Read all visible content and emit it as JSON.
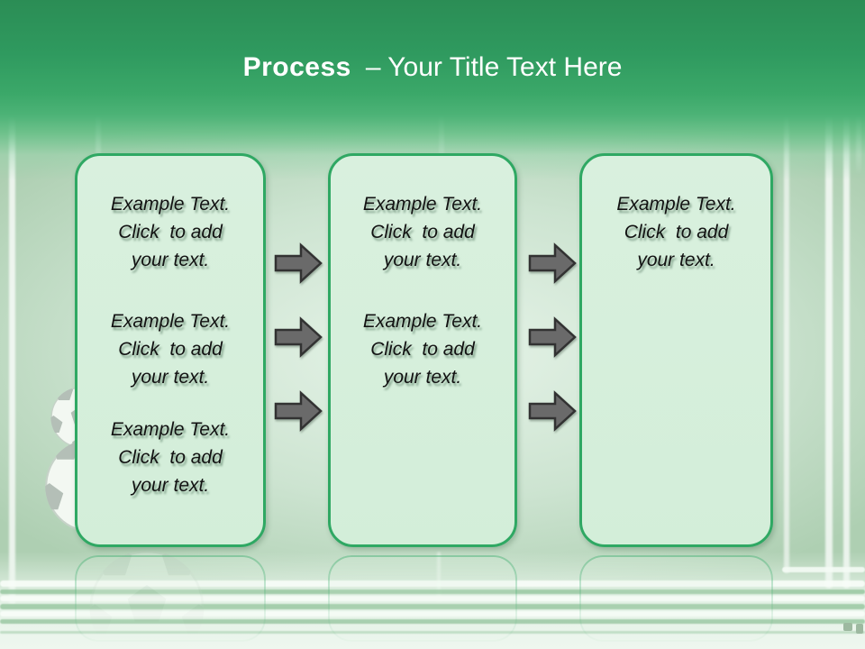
{
  "slide": {
    "title": {
      "keyword": "Process",
      "rest": "– Your Title Text Here"
    }
  },
  "boxes": [
    {
      "name": "box-1",
      "blocks": [
        {
          "lines": [
            "Example Text.",
            "Click  to add",
            "your text."
          ]
        },
        {
          "lines": [
            "Example Text.",
            "Click  to add",
            "your text."
          ]
        },
        {
          "lines": [
            "Example Text.",
            "Click  to add",
            "your text."
          ]
        }
      ]
    },
    {
      "name": "box-2",
      "blocks": [
        {
          "lines": [
            "Example Text.",
            "Click  to add",
            "your text."
          ]
        },
        {
          "lines": [
            "Example Text.",
            "Click  to add",
            "your text."
          ]
        }
      ]
    },
    {
      "name": "box-3",
      "blocks": [
        {
          "lines": [
            "Example Text.",
            "Click  to add",
            "your text."
          ]
        }
      ]
    }
  ],
  "arrows": {
    "group_1_count": 3,
    "group_2_count": 3,
    "direction": "right"
  },
  "decor": {
    "theme": "soccer-field",
    "balls_visible": 2,
    "reflection": "boxes and ball reflected below"
  },
  "colors": {
    "header_green_top": "#2b8d55",
    "header_green_bottom": "#4db377",
    "field_green": "#aecfb2",
    "box_fill": "#d6efdb",
    "box_border": "#2fa863",
    "arrow_fill": "#6a6a6a",
    "arrow_stroke": "#323232",
    "title_text": "#ffffff",
    "body_text": "#121212"
  }
}
